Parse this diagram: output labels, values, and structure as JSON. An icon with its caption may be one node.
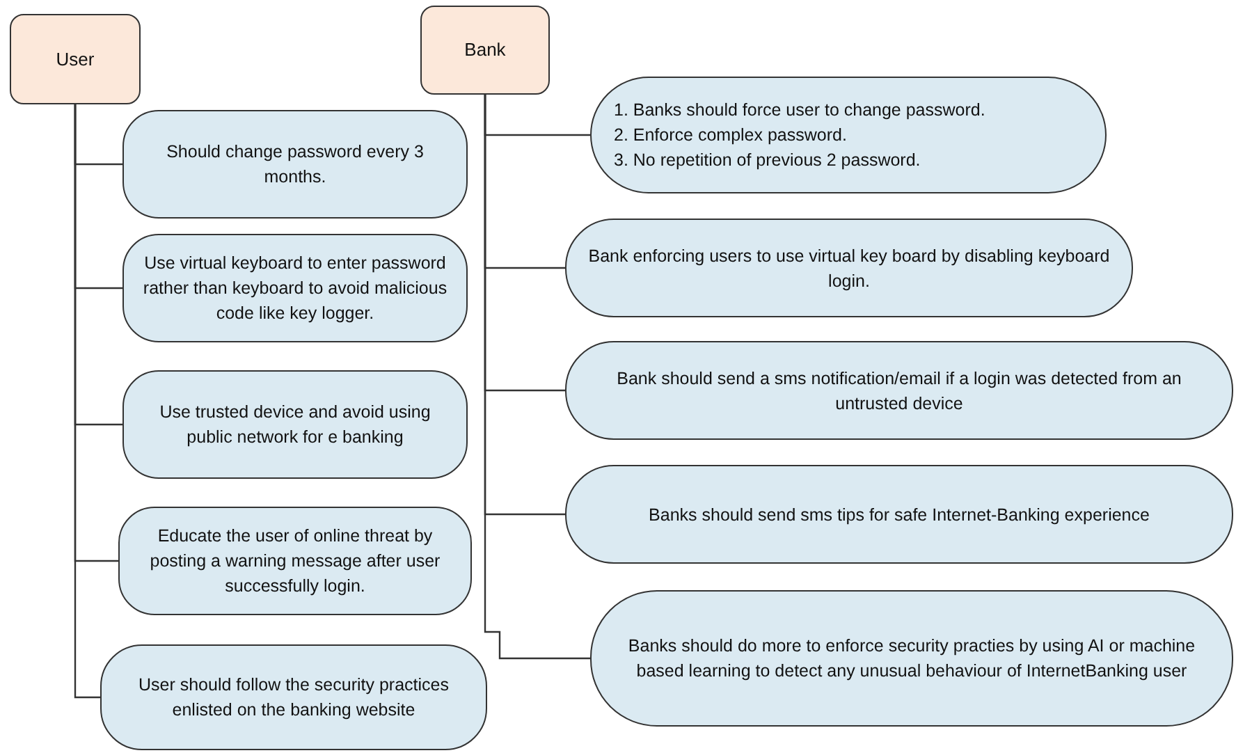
{
  "diagram": {
    "nodes": [
      {
        "text": [
          "User"
        ]
      },
      {
        "text": [
          "Bank"
        ]
      },
      {
        "text": [
          "Should change password every 3 months."
        ]
      },
      {
        "text": [
          "Use virtual keyboard to enter password rather than keyboard to avoid malicious code like key logger."
        ]
      },
      {
        "text": [
          "Use trusted device and avoid using public network for e banking"
        ]
      },
      {
        "text": [
          "Educate the user of online threat by posting a warning message after user successfully login."
        ]
      },
      {
        "text": [
          "User should follow the security practices enlisted on the banking website"
        ]
      },
      {
        "text": [
          "1. Banks should force user to change password.",
          "2. Enforce complex password.",
          "3. No repetition of previous 2 password."
        ]
      },
      {
        "text": [
          "Bank enforcing users to use virtual key board by disabling keyboard login."
        ]
      },
      {
        "text": [
          "Bank should send a sms notification/email if a login was detected from an untrusted device"
        ]
      },
      {
        "text": [
          "Banks should send sms tips for safe Internet-Banking experience"
        ]
      },
      {
        "text": [
          "Banks should do more to enforce security practies by using AI or machine based learning to detect any unusual behaviour of InternetBanking user"
        ]
      }
    ],
    "edges": [
      {
        "from": 0,
        "to": 2,
        "arrow": "none"
      },
      {
        "from": 0,
        "to": 3,
        "arrow": "none"
      },
      {
        "from": 0,
        "to": 4,
        "arrow": "none"
      },
      {
        "from": 0,
        "to": 5,
        "arrow": "none"
      },
      {
        "from": 0,
        "to": 6,
        "arrow": "none"
      },
      {
        "from": 1,
        "to": 7,
        "arrow": "none"
      },
      {
        "from": 1,
        "to": 8,
        "arrow": "none"
      },
      {
        "from": 1,
        "to": 9,
        "arrow": "none"
      },
      {
        "from": 1,
        "to": 10,
        "arrow": "none"
      },
      {
        "from": 1,
        "to": 11,
        "arrow": "none"
      }
    ]
  }
}
